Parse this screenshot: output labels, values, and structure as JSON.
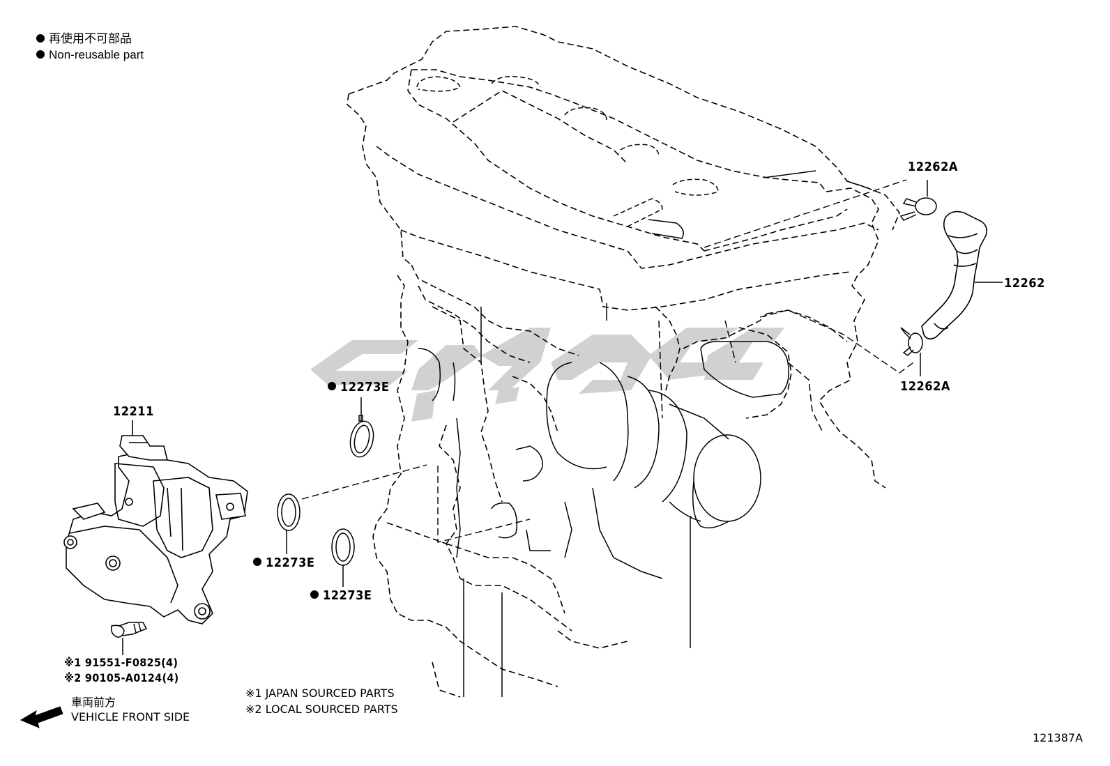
{
  "legend": {
    "line_jp": "再使用不可部品",
    "line_en": "Non-reusable part"
  },
  "parts": {
    "p12262A_top": "12262A",
    "p12262": "12262",
    "p12262A_bottom": "12262A",
    "p12273E_a": "12273E",
    "p12273E_b": "12273E",
    "p12273E_c": "12273E",
    "p12211": "12211"
  },
  "bolts": {
    "bolt1": "※1 91551-F0825(4)",
    "bolt2": "※2 90105-A0124(4)"
  },
  "front": {
    "jp": "車両前方",
    "en": "VEHICLE FRONT SIDE"
  },
  "notes": {
    "note1": "※1 JAPAN SOURCED PARTS",
    "note2": "※2 LOCAL SOURCED PARTS"
  },
  "figure_id": "121387A",
  "colors": {
    "line": "#000000",
    "watermark": "#c8c8c8"
  }
}
